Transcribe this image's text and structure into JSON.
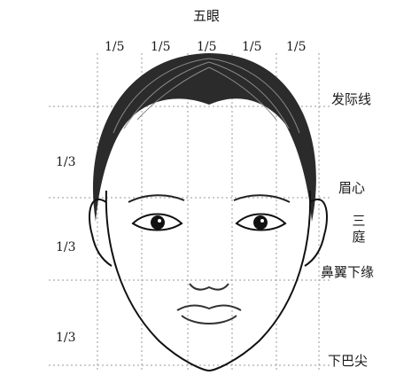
{
  "title": "五眼",
  "fifths": [
    "1/5",
    "1/5",
    "1/5",
    "1/5",
    "1/5"
  ],
  "thirds": [
    "1/3",
    "1/3",
    "1/3"
  ],
  "right_labels": {
    "hairline": "发际线",
    "brow": "眉心",
    "three_courts": "三\n庭",
    "nose": "鼻翼下缘",
    "chin": "下巴尖"
  }
}
